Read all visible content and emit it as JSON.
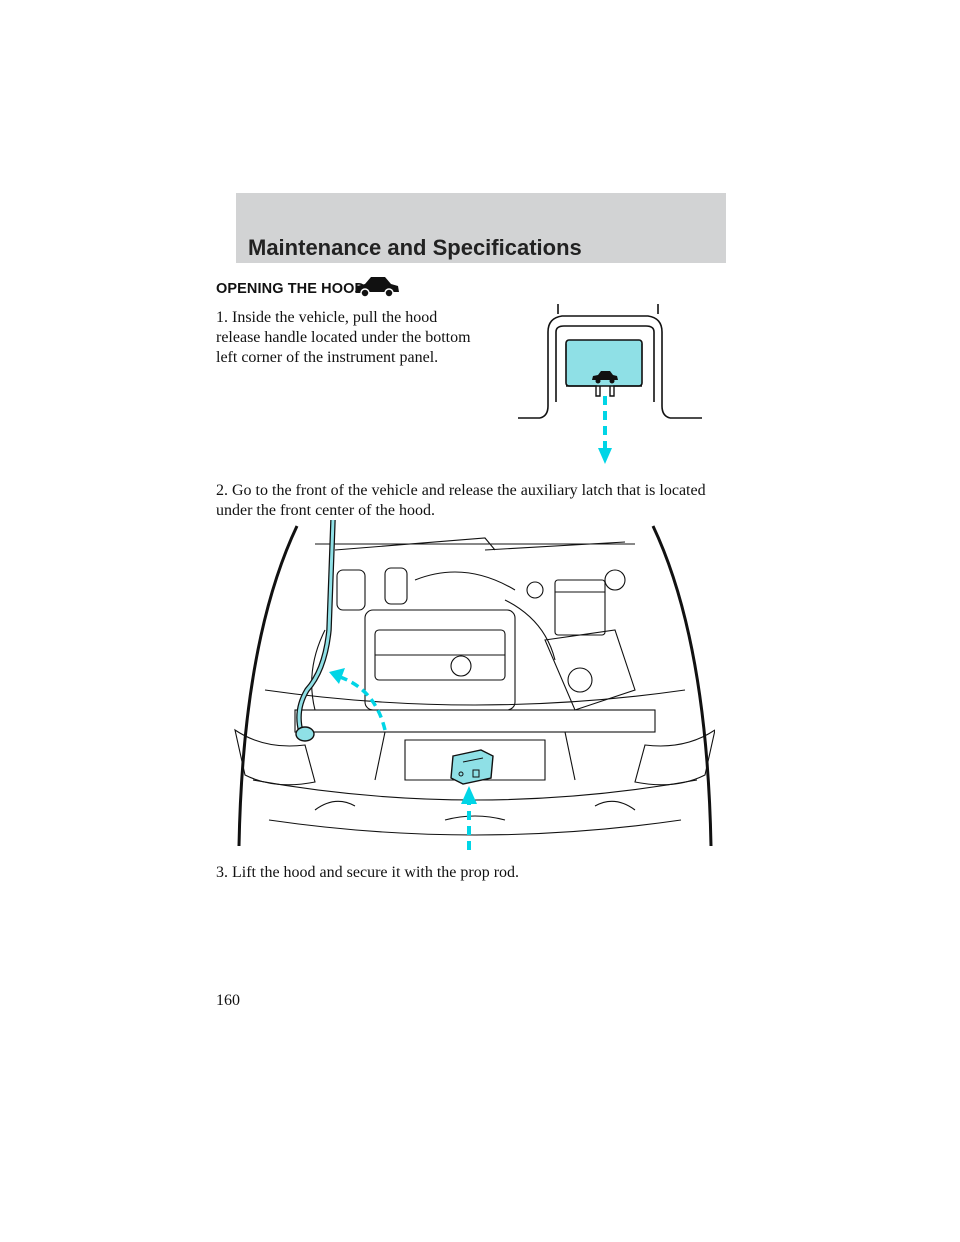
{
  "header": {
    "title": "Maintenance and Specifications"
  },
  "section": {
    "heading": "OPENING THE HOOD",
    "icon": "car-icon"
  },
  "steps": [
    {
      "text": "1. Inside the vehicle, pull the hood release handle located under the bottom left corner of the instrument panel."
    },
    {
      "text": "2. Go to the front of the vehicle and release the auxiliary latch that is located under the front center of the hood."
    },
    {
      "text": "3. Lift the hood and secure it with the prop rod."
    }
  ],
  "page": {
    "number": "160"
  },
  "colors": {
    "header_band": "#d2d3d4",
    "highlight": "#8fe0e6",
    "arrow": "#00d5e6"
  }
}
